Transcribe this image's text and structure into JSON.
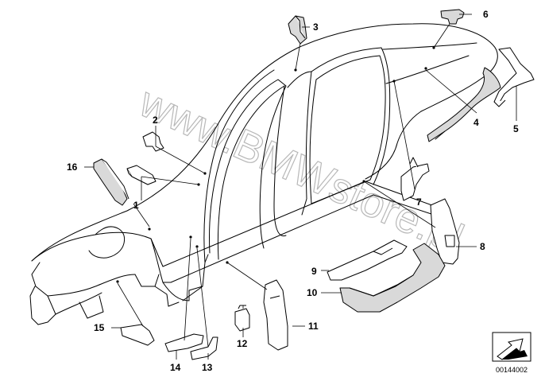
{
  "watermark": "www.BMWstore.pl",
  "diagram_code": "00144002",
  "callouts": [
    "1",
    "2",
    "3",
    "4",
    "5",
    "6",
    "7",
    "8",
    "9",
    "10",
    "11",
    "12",
    "13",
    "14",
    "15",
    "16"
  ]
}
